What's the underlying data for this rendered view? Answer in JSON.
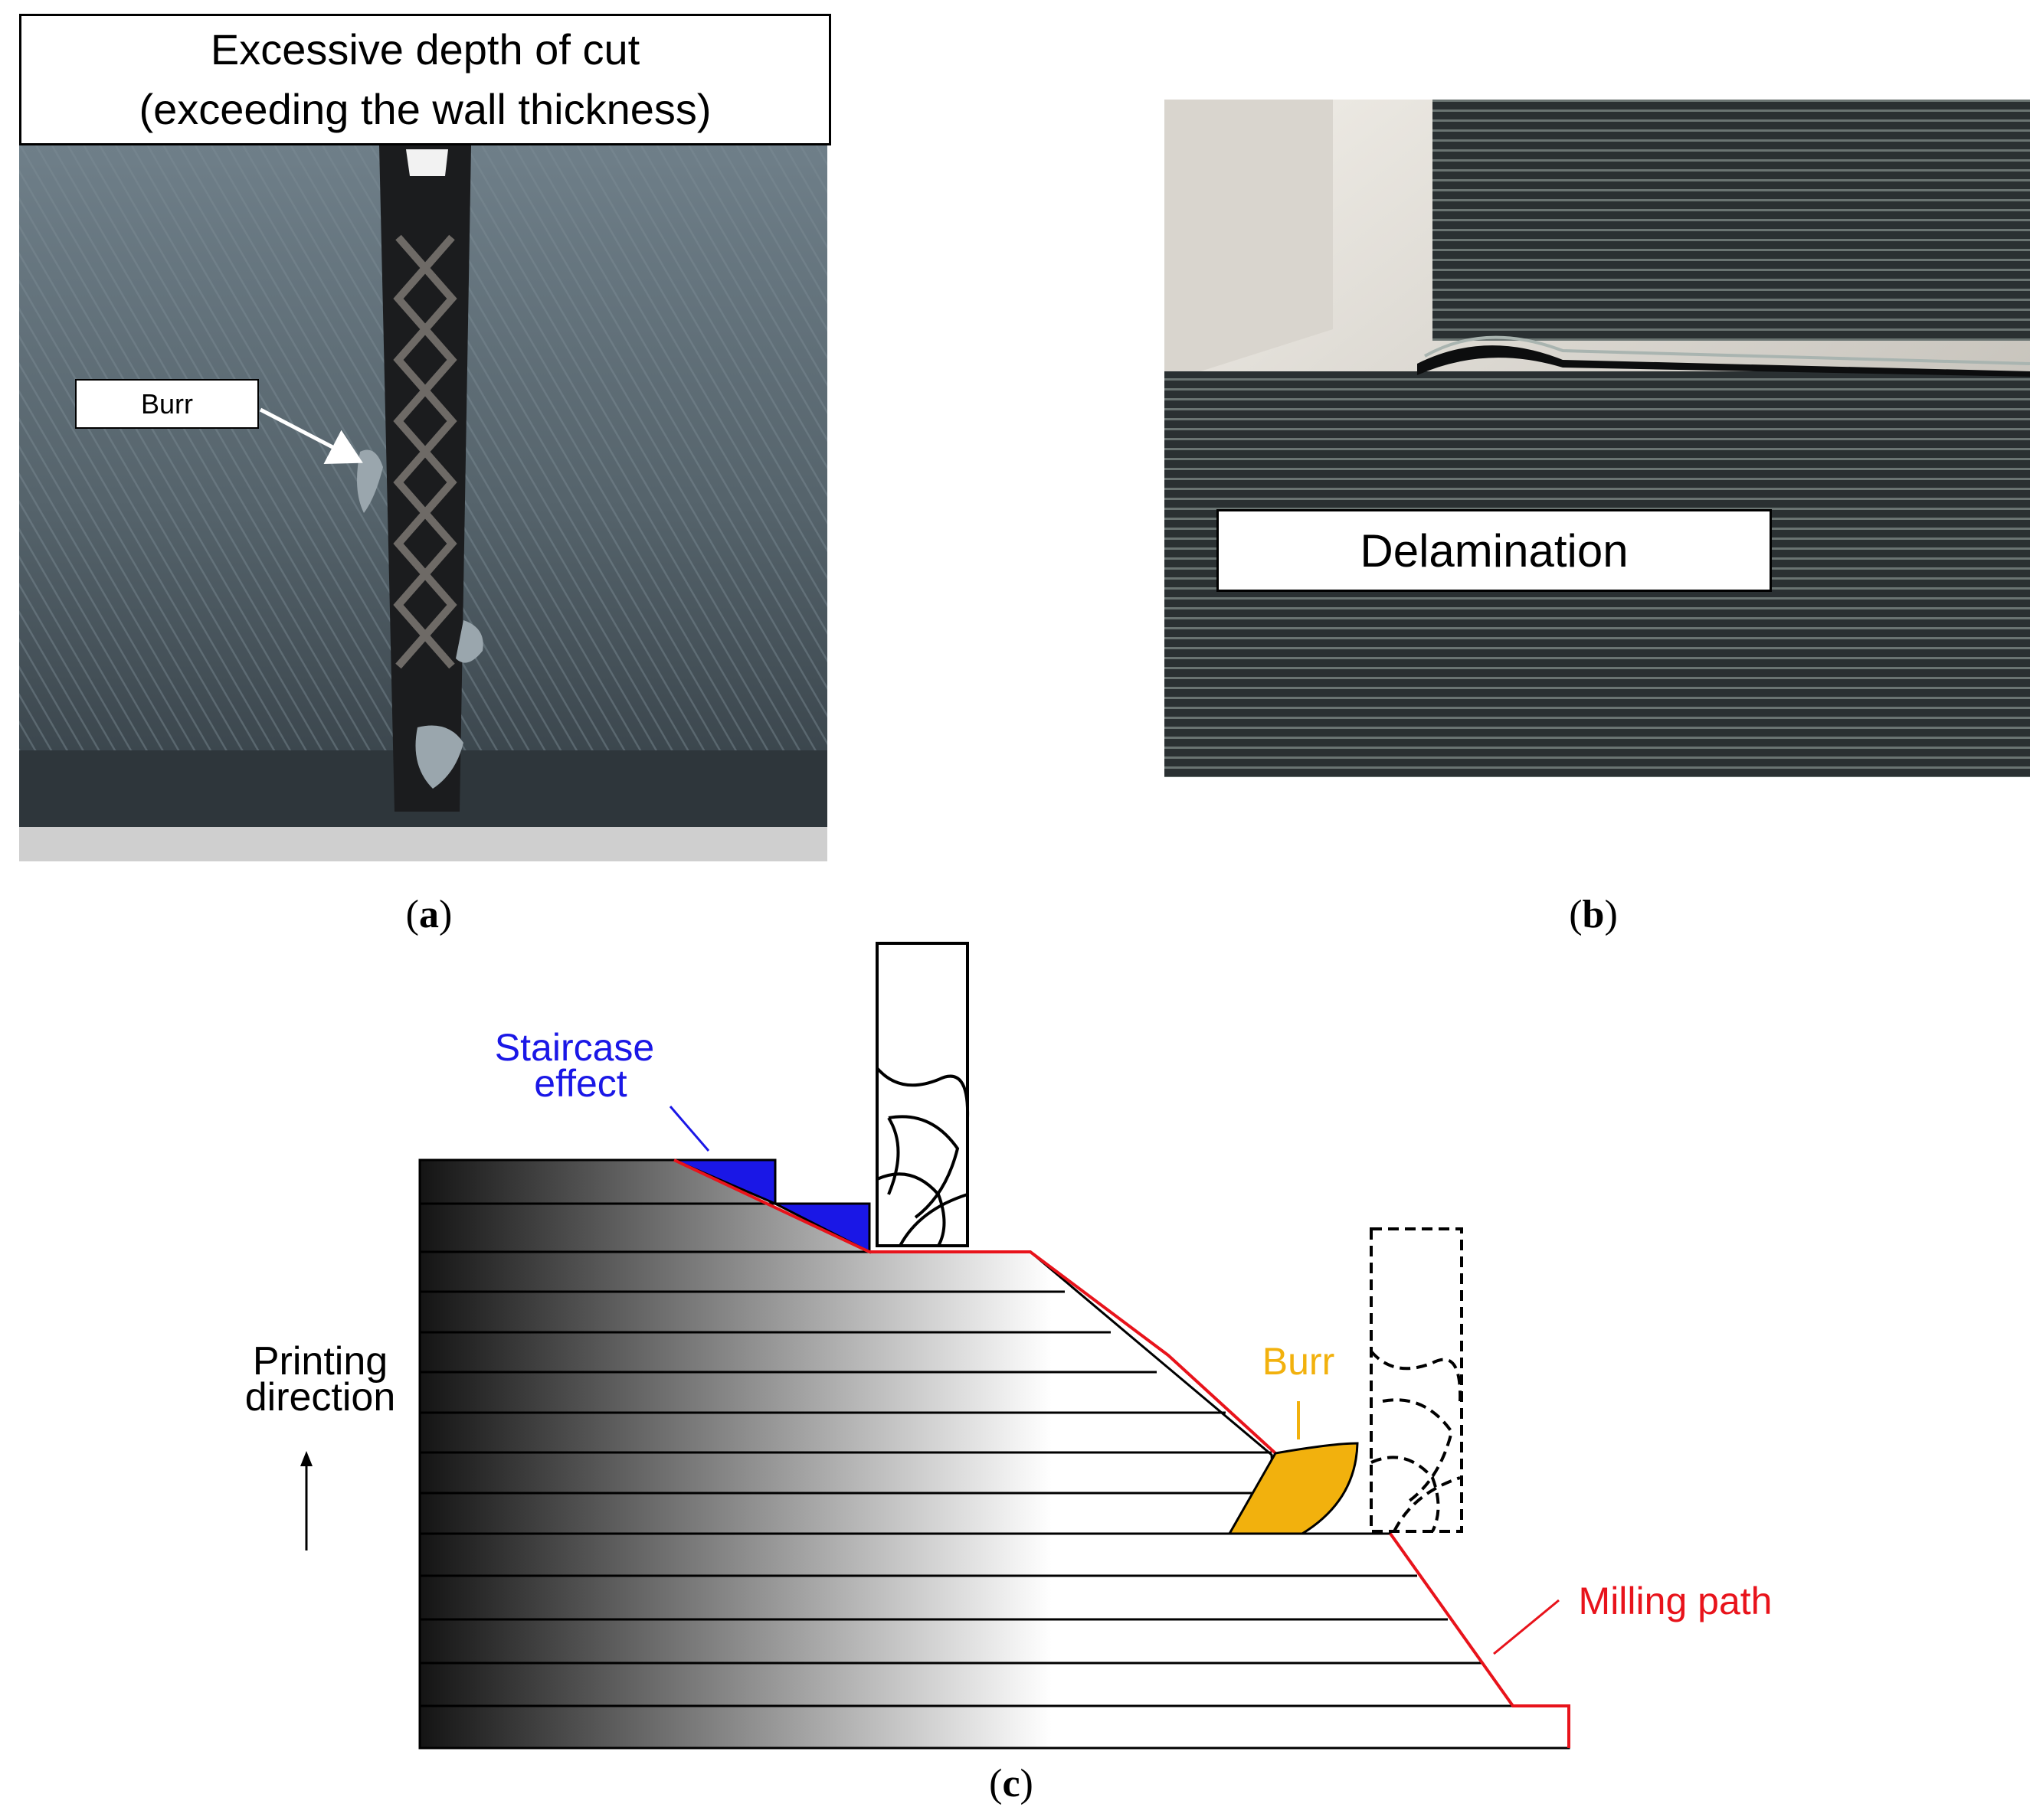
{
  "panel_a": {
    "title_line1": "Excessive depth of cut",
    "title_line2": "(exceeding the wall thickness)",
    "burr_label": "Burr",
    "caption_letter": "a"
  },
  "panel_b": {
    "delamination_label": "Delamination",
    "caption_letter": "b"
  },
  "panel_c": {
    "staircase_line1": "Staircase",
    "staircase_line2": "effect",
    "printing_line1": "Printing",
    "printing_line2": "direction",
    "burr_label": "Burr",
    "milling_path_label": "Milling path",
    "caption_letter": "c"
  },
  "colors": {
    "staircase": "#1a17e6",
    "burr": "#f2b10d",
    "milling_path": "#e8131b",
    "arrow_red": "#e8131b"
  }
}
